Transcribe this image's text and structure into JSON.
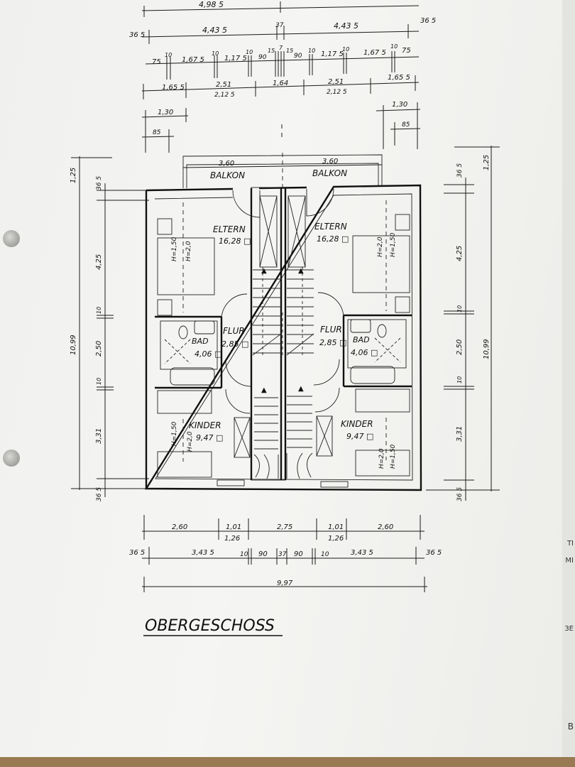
{
  "drawing_title": "OBERGESCHOSS",
  "top_dims": {
    "overall": "4,98 5",
    "row2": [
      "36 5",
      "4,43 5",
      "37",
      "4,43 5",
      "36 5"
    ],
    "row3": [
      "75",
      "10",
      "1,67 5",
      "10",
      "1,17 5",
      "10",
      "90",
      "15",
      "7",
      "15",
      "90",
      "10",
      "1,17 5",
      "10",
      "1,67 5",
      "10",
      "75"
    ],
    "row4": [
      "1,65 5",
      "2,51",
      "2,12 5",
      "1,64",
      "2,51",
      "2,12 5",
      "1,65 5"
    ],
    "row5": [
      "1,30",
      "1,30"
    ],
    "row6": [
      "85",
      "85"
    ]
  },
  "balcony": {
    "left_dim": "3,60",
    "right_dim": "3,60",
    "left_label": "BALKON",
    "right_label": "BALKON"
  },
  "rooms": {
    "eltern_left": {
      "name": "ELTERN",
      "area": "16,28 □",
      "bed_h1": "H=1,50",
      "bed_h2": "H=2,0"
    },
    "eltern_right": {
      "name": "ELTERN",
      "area": "16,28 □",
      "bed_h1": "H=2,0",
      "bed_h2": "H=1,50"
    },
    "flur_left": {
      "name": "FLUR",
      "area": "2,85 □"
    },
    "flur_right": {
      "name": "FLUR",
      "area": "2,85 □"
    },
    "bad_left": {
      "name": "BAD",
      "area": "4,06 □"
    },
    "bad_right": {
      "name": "BAD",
      "area": "4,06 □"
    },
    "kinder_left": {
      "name": "KINDER",
      "area": "9,47 □",
      "bed_h1": "H=1,50",
      "bed_h2": "H=2,0"
    },
    "kinder_right": {
      "name": "KINDER",
      "area": "9,47 □",
      "bed_h1": "H=2,0",
      "bed_h2": "H=1,50"
    }
  },
  "left_dims": {
    "overall": "10,99",
    "top": "1,25",
    "a": "36 5",
    "b": "4,25",
    "c": "10",
    "d": "2,50",
    "e": "10",
    "f": "3,31",
    "g": "36 5"
  },
  "right_dims": {
    "overall": "10,99",
    "top": "1,25",
    "a": "36 5",
    "b": "4,25",
    "c": "10",
    "d": "2,50",
    "e": "10",
    "f": "3,31",
    "g": "36 5"
  },
  "bottom_dims": {
    "row1": [
      "2,60",
      "1,01",
      "2,75",
      "1,01",
      "2,60"
    ],
    "row1b": [
      "1,26",
      "1,26"
    ],
    "row2": [
      "36 5",
      "3,43 5",
      "10",
      "90",
      "37",
      "90",
      "10",
      "3,43 5",
      "36 5"
    ],
    "overall": "9,97"
  },
  "side_fragments": [
    "TI",
    "MI",
    "3E",
    "B"
  ]
}
